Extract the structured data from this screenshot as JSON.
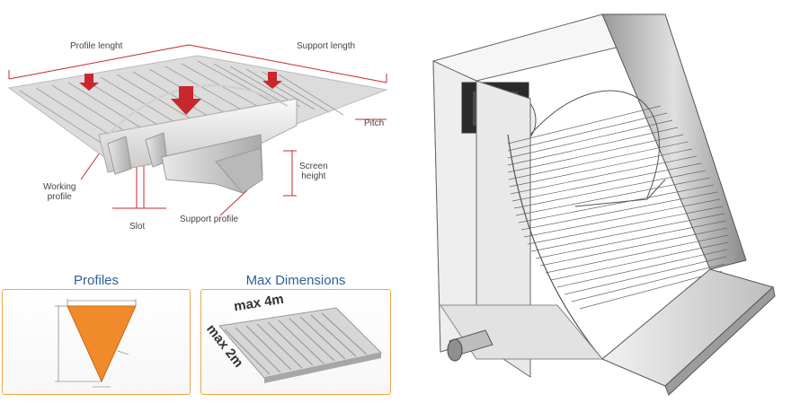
{
  "diagram": {
    "labels": {
      "profile_length": "Profile lenght",
      "support_length": "Support length",
      "pitch": "Pitch",
      "screen_height_line1": "Screen",
      "screen_height_line2": "height",
      "working_profile_line1": "Working",
      "working_profile_line2": "profile",
      "slot": "Slot",
      "support_profile": "Support profile"
    }
  },
  "profiles": {
    "title": "Profiles"
  },
  "max_dimensions": {
    "title": "Max Dimensions",
    "length": "max 4m",
    "width": "max 2m"
  },
  "colors": {
    "accent_red": "#c8282c",
    "profile_orange": "#f08a2a",
    "title_blue": "#2f5e9c",
    "border_orange": "#f0a64a"
  }
}
